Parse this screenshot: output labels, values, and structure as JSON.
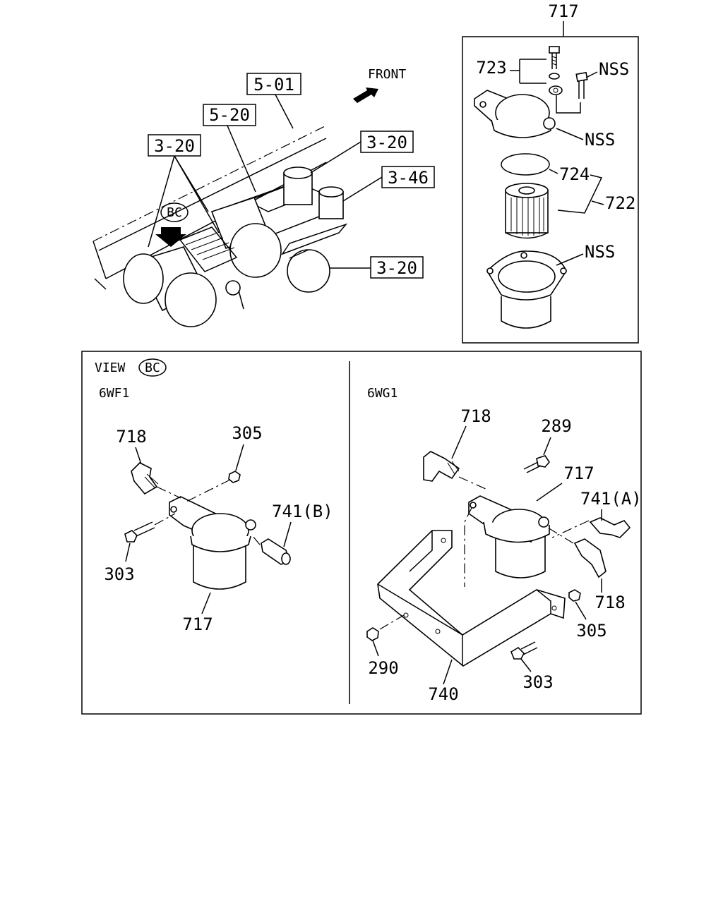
{
  "top_left": {
    "front_label": "FRONT",
    "refs": [
      "5-01",
      "5-20",
      "3-20",
      "3-20",
      "3-46",
      "3-20"
    ],
    "view_marker": "BC"
  },
  "filter_detail": {
    "callouts": {
      "top": "717",
      "bolt": "723",
      "nss_bolt": "NSS",
      "nss_head": "NSS",
      "oring": "724",
      "element": "722",
      "nss_bowl": "NSS"
    }
  },
  "bottom_panel": {
    "view_text": "VIEW",
    "view_marker": "BC",
    "left": {
      "variant": "6WF1",
      "callouts": {
        "elbow": "718",
        "nut": "305",
        "fitting": "741(B)",
        "bolt": "303",
        "filter": "717"
      }
    },
    "right": {
      "variant": "6WG1",
      "callouts": {
        "elbow_top": "718",
        "bolt_top": "289",
        "filter": "717",
        "fitting": "741(A)",
        "elbow_bottom": "718",
        "nut_right": "305",
        "nut_left": "290",
        "bracket": "740",
        "bolt_bottom": "303"
      }
    }
  }
}
